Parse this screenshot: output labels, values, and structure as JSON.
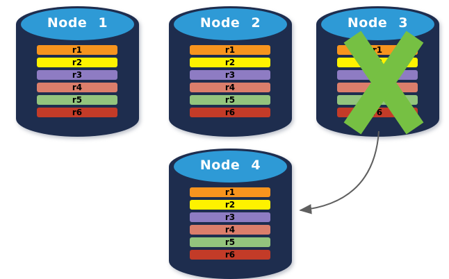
{
  "nodes": [
    {
      "title": "Node 1",
      "failed": false
    },
    {
      "title": "Node 2",
      "failed": false
    },
    {
      "title": "Node 3",
      "failed": true
    },
    {
      "title": "Node 4",
      "failed": false
    }
  ],
  "replicas": [
    {
      "label": "r1",
      "color": "#F7941E"
    },
    {
      "label": "r2",
      "color": "#FEF200"
    },
    {
      "label": "r3",
      "color": "#8E7CC3"
    },
    {
      "label": "r4",
      "color": "#DB7E6B"
    },
    {
      "label": "r5",
      "color": "#93C47D"
    },
    {
      "label": "r6",
      "color": "#C33B28"
    }
  ],
  "failure_mark": {
    "node": "Node 3",
    "icon": "x-cross"
  },
  "arrow": {
    "from": "Node 3",
    "to": "Node 4"
  },
  "colors": {
    "cylinder_body": "#1E2D4E",
    "cylinder_top": "#2E9AD6",
    "x_mark": "#76C043",
    "arrow": "#5F5F5F",
    "bar_text": "#000000",
    "title_text": "#FFFFFF"
  }
}
